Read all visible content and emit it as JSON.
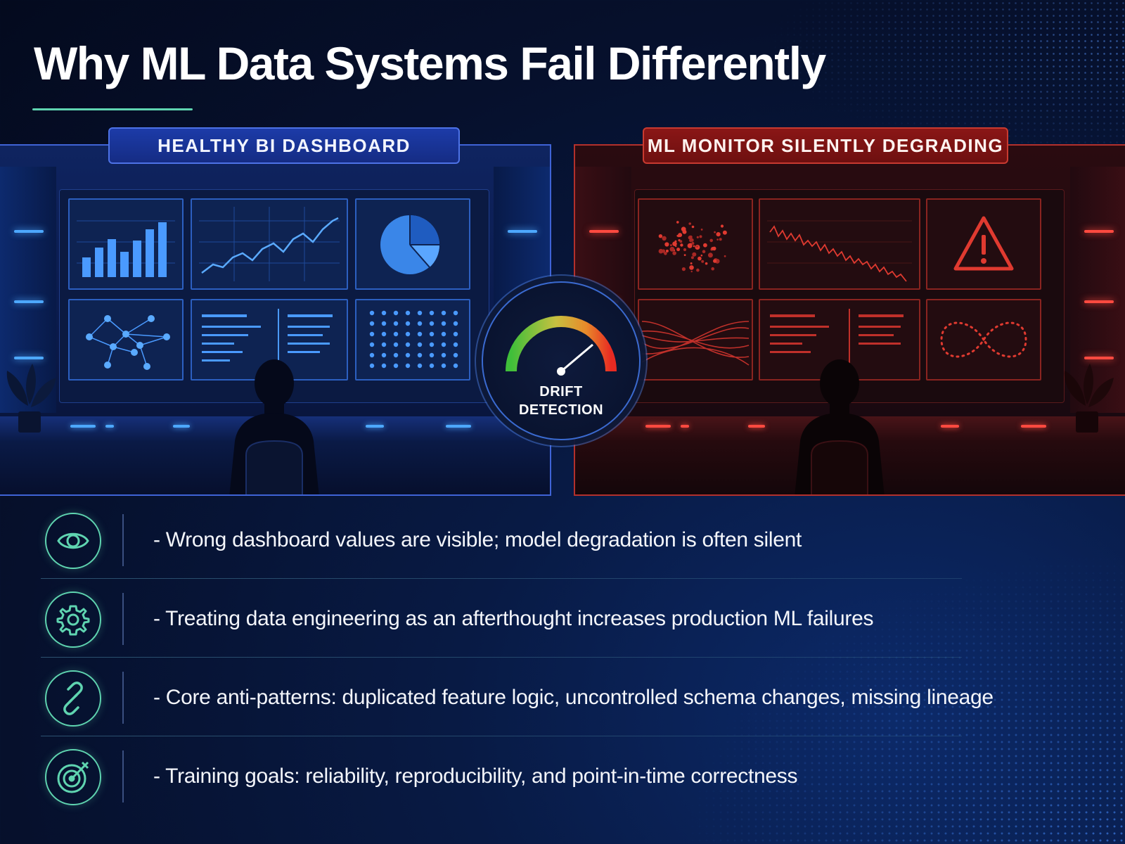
{
  "slide": {
    "title": "Why ML Data Systems Fail Differently"
  },
  "panels": {
    "left": {
      "banner": "HEALTHY BI DASHBOARD"
    },
    "right": {
      "banner": "ML MONITOR SILENTLY DEGRADING"
    }
  },
  "gauge": {
    "label_line1": "DRIFT",
    "label_line2": "DETECTION"
  },
  "bullets": [
    {
      "icon": "eye-icon",
      "text": "- Wrong dashboard values are visible; model degradation is often silent"
    },
    {
      "icon": "gear-icon",
      "text": "- Treating data engineering as an afterthought increases production ML failures"
    },
    {
      "icon": "link-icon",
      "text": "- Core anti-patterns: duplicated feature logic, uncontrolled schema changes, missing lineage"
    },
    {
      "icon": "target-icon",
      "text": "- Training goals: reliability, reproducibility, and point-in-time correctness"
    }
  ],
  "colors": {
    "accent": "#5fd4b0",
    "healthy": "#3f63d6",
    "degrading": "#b3302c"
  }
}
